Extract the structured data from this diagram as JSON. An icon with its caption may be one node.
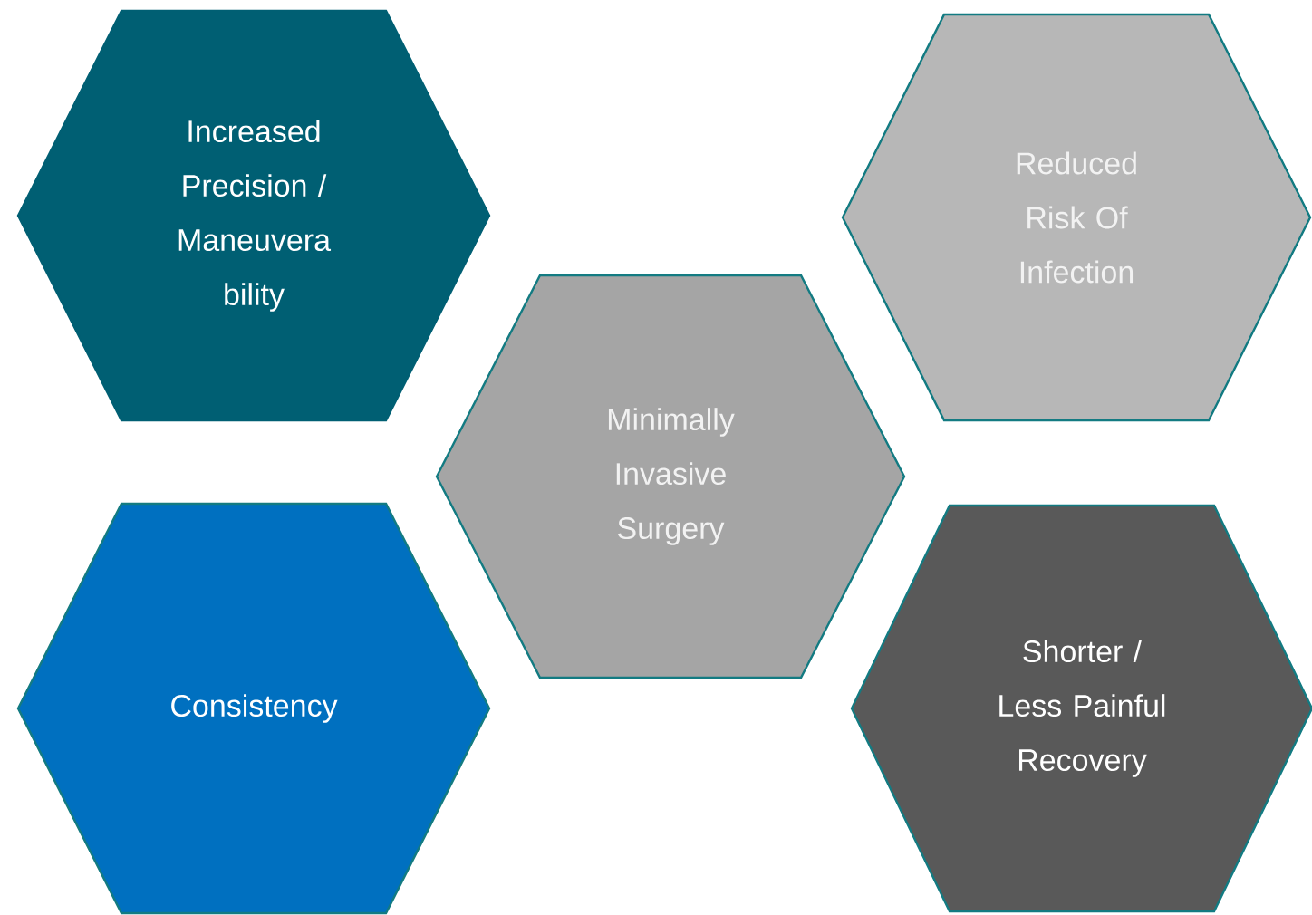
{
  "diagram": {
    "nodes": [
      {
        "text": [
          "Increased Precision / Maneuvera bility"
        ]
      },
      {
        "text": [
          "Reduced Risk Of Infection"
        ]
      },
      {
        "text": [
          "Minimally Invasive Surgery"
        ]
      },
      {
        "text": [
          "Consistency"
        ]
      },
      {
        "text": [
          "Shorter / Less Painful Recovery"
        ]
      }
    ]
  }
}
